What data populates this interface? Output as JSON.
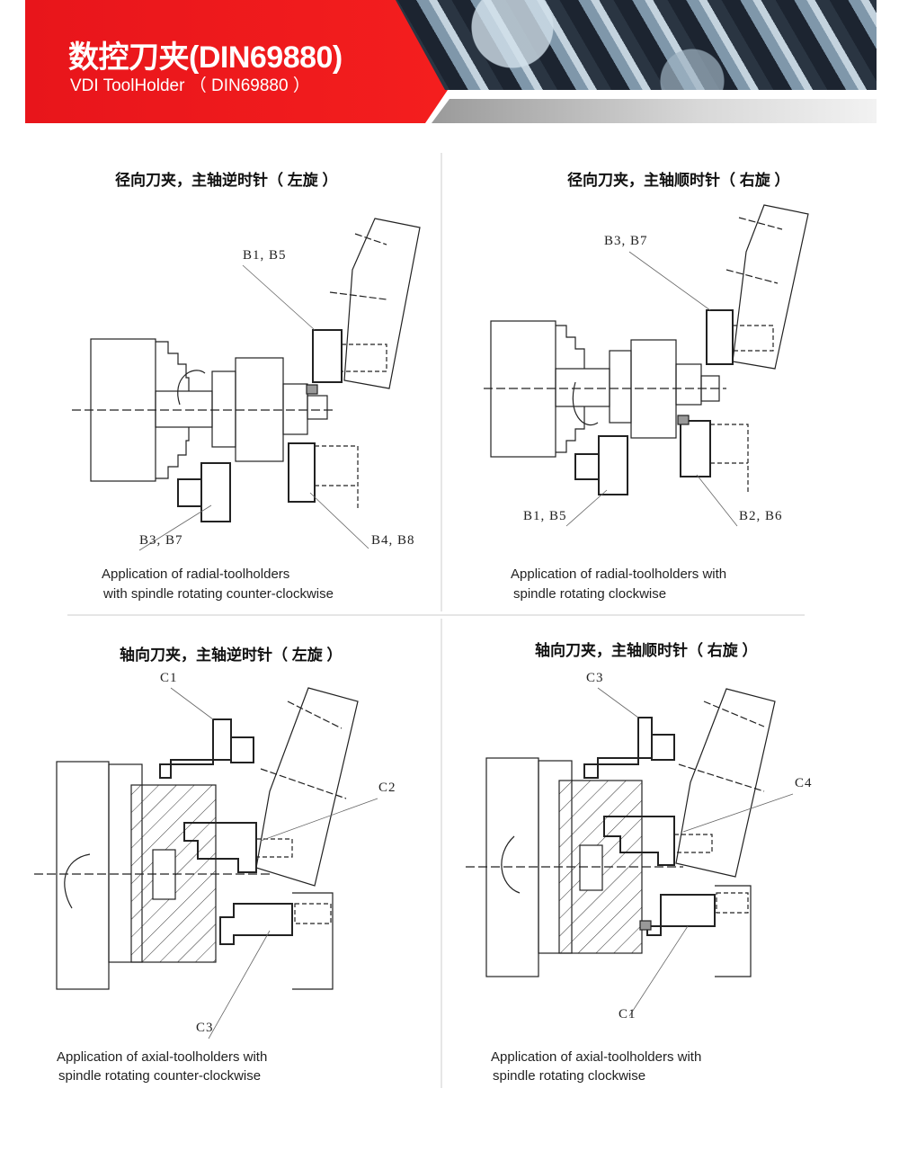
{
  "header": {
    "title": "数控刀夹(DIN69880)",
    "subtitle": "VDI ToolHolder （ DIN69880 ）",
    "brand_color": "#e8151b"
  },
  "quadrants": [
    {
      "title": "径向刀夹，主轴逆时针（ 左旋 ）",
      "caption_line1": "Application of radial-toolholders",
      "caption_line2": "with spindle rotating counter-clockwise",
      "labels": [
        "B1, B5",
        "B3, B7",
        "B4, B8"
      ]
    },
    {
      "title": "径向刀夹，主轴顺时针（ 右旋 ）",
      "caption_line1": "Application of radial-toolholders with",
      "caption_line2": "spindle rotating clockwise",
      "labels": [
        "B3, B7",
        "B1, B5",
        "B2, B6"
      ]
    },
    {
      "title": "轴向刀夹，主轴逆时针（ 左旋 ）",
      "caption_line1": "Application of axial-toolholders with",
      "caption_line2": "spindle rotating counter-clockwise",
      "labels": [
        "C1",
        "C2",
        "C3"
      ]
    },
    {
      "title": "轴向刀夹，主轴顺时针（ 右旋 ）",
      "caption_line1": "Application of axial-toolholders with",
      "caption_line2": "spindle rotating clockwise",
      "labels": [
        "C3",
        "C4",
        "C1"
      ]
    }
  ]
}
